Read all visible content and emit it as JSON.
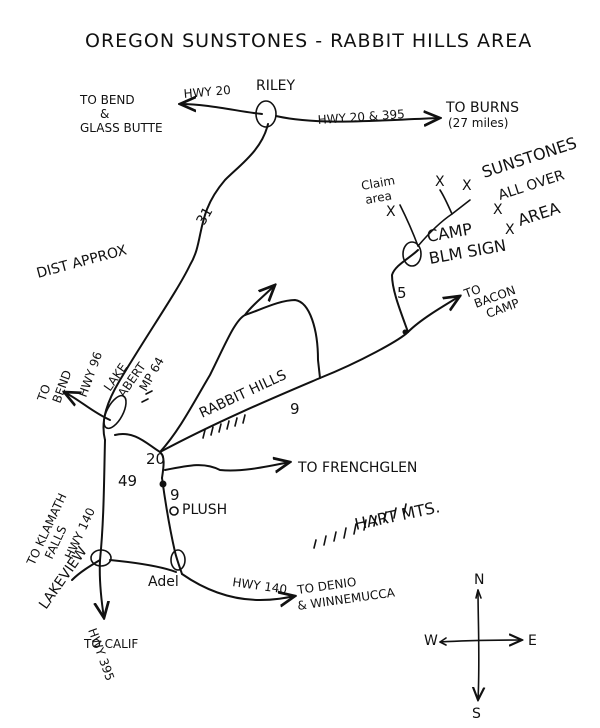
{
  "title": "OREGON SUNSTONES - RABBIT HILLS AREA",
  "dist_note": "DIST APPROX",
  "places": {
    "riley": "RILEY",
    "camp": "CAMP",
    "blm_sign": "BLM SIGN",
    "claim_area_1": "Claim",
    "claim_area_2": "area",
    "sunstones_1": "SUNSTONES",
    "sunstones_2": "ALL OVER",
    "sunstones_3": "AREA",
    "lake_abert_1": "LAKE",
    "lake_abert_2": "ABERT",
    "rabbit_hills": "RABBIT HILLS",
    "plush": "PLUSH",
    "adel": "Adel",
    "lakeview": "LAKEVIEW",
    "hart_mts": "HART MTS."
  },
  "roads": {
    "hwy20_west": "HWY 20",
    "hwy20_395": "HWY 20 & 395",
    "hwy31": "31",
    "hwy140_east": "HWY 140",
    "hwy140_west": "HWY 140",
    "hwy96": "HWY 96",
    "hwy395_1": "HWY 395",
    "hwy395_2": "TO CALIF",
    "mp64": "MP 64"
  },
  "destinations": {
    "bend_glass_1": "TO BEND",
    "bend_glass_2": "&",
    "bend_glass_3": "GLASS BUTTE",
    "burns_1": "TO BURNS",
    "burns_2": "(27 miles)",
    "bacon_1": "TO",
    "bacon_2": "BACON",
    "bacon_3": "CAMP",
    "bend_96_1": "TO",
    "bend_96_2": "BEND",
    "frenchglen": "TO FRENCHGLEN",
    "klamath_1": "TO KLAMATH",
    "klamath_2": "FALLS",
    "denio_1": "TO DENIO",
    "denio_2": "& WINNEMUCCA"
  },
  "distances": {
    "d5": "5",
    "d9_rabbit": "9",
    "d20": "20",
    "d49": "49",
    "d9_plush": "9"
  },
  "compass": {
    "north": "N",
    "south": "S",
    "east": "E",
    "west": "W"
  },
  "ink_color": "#111111"
}
